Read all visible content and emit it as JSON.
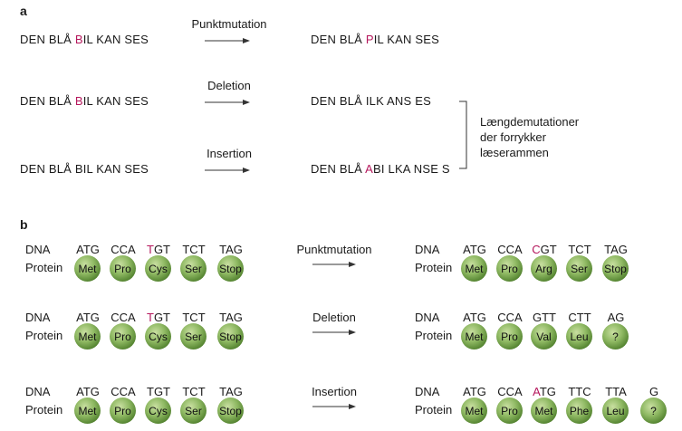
{
  "panel_a": {
    "label": "a",
    "rows": [
      {
        "original": [
          {
            "t": "DEN BLÅ "
          },
          {
            "t": "B",
            "hl": true
          },
          {
            "t": "IL KAN SES"
          }
        ],
        "mutation": "Punktmutation",
        "mutated": [
          {
            "t": "DEN BLÅ "
          },
          {
            "t": "P",
            "hl": true
          },
          {
            "t": "IL KAN SES"
          }
        ]
      },
      {
        "original": [
          {
            "t": "DEN BLÅ "
          },
          {
            "t": "B",
            "hl": true
          },
          {
            "t": "IL KAN SES"
          }
        ],
        "mutation": "Deletion",
        "mutated": [
          {
            "t": "DEN BLÅ ILK ANS ES"
          }
        ]
      },
      {
        "original": [
          {
            "t": "DEN BLÅ BIL KAN SES"
          }
        ],
        "mutation": "Insertion",
        "mutated": [
          {
            "t": "DEN BLÅ "
          },
          {
            "t": "A",
            "hl": true
          },
          {
            "t": "BI LKA NSE S"
          }
        ]
      }
    ],
    "note": [
      "Længdemutationer",
      "der forrykker",
      "læserammen"
    ]
  },
  "panel_b": {
    "label": "b",
    "dna_label": "DNA",
    "protein_label": "Protein",
    "rows": [
      {
        "mutation": "Punktmutation",
        "left": {
          "codons": [
            [
              {
                "t": "ATG"
              }
            ],
            [
              {
                "t": "CCA"
              }
            ],
            [
              {
                "t": "T",
                "hl": true
              },
              {
                "t": "GT"
              }
            ],
            [
              {
                "t": "TCT"
              }
            ],
            [
              {
                "t": "TAG"
              }
            ]
          ],
          "aa": [
            "Met",
            "Pro",
            "Cys",
            "Ser",
            "Stop"
          ]
        },
        "right": {
          "codons": [
            [
              {
                "t": "ATG"
              }
            ],
            [
              {
                "t": "CCA"
              }
            ],
            [
              {
                "t": "C",
                "hl": true
              },
              {
                "t": "GT"
              }
            ],
            [
              {
                "t": "TCT"
              }
            ],
            [
              {
                "t": "TAG"
              }
            ]
          ],
          "aa": [
            "Met",
            "Pro",
            "Arg",
            "Ser",
            "Stop"
          ]
        }
      },
      {
        "mutation": "Deletion",
        "left": {
          "codons": [
            [
              {
                "t": "ATG"
              }
            ],
            [
              {
                "t": "CCA"
              }
            ],
            [
              {
                "t": "T",
                "hl": true
              },
              {
                "t": "GT"
              }
            ],
            [
              {
                "t": "TCT"
              }
            ],
            [
              {
                "t": "TAG"
              }
            ]
          ],
          "aa": [
            "Met",
            "Pro",
            "Cys",
            "Ser",
            "Stop"
          ]
        },
        "right": {
          "codons": [
            [
              {
                "t": "ATG"
              }
            ],
            [
              {
                "t": "CCA"
              }
            ],
            [
              {
                "t": "GTT"
              }
            ],
            [
              {
                "t": "CTT"
              }
            ],
            [
              {
                "t": "AG"
              }
            ]
          ],
          "aa": [
            "Met",
            "Pro",
            "Val",
            "Leu",
            "?"
          ]
        }
      },
      {
        "mutation": "Insertion",
        "left": {
          "codons": [
            [
              {
                "t": "ATG"
              }
            ],
            [
              {
                "t": "CCA"
              }
            ],
            [
              {
                "t": "TGT"
              }
            ],
            [
              {
                "t": "TCT"
              }
            ],
            [
              {
                "t": "TAG"
              }
            ]
          ],
          "aa": [
            "Met",
            "Pro",
            "Cys",
            "Ser",
            "Stop"
          ]
        },
        "right": {
          "codons": [
            [
              {
                "t": "ATG"
              }
            ],
            [
              {
                "t": "CCA"
              }
            ],
            [
              {
                "t": "A",
                "hl": true
              },
              {
                "t": "TG"
              }
            ],
            [
              {
                "t": "TTC"
              }
            ],
            [
              {
                "t": "TTA"
              }
            ],
            [
              {
                "t": "G"
              }
            ]
          ],
          "aa": [
            "Met",
            "Pro",
            "Met",
            "Phe",
            "Leu",
            "?"
          ]
        }
      }
    ]
  }
}
